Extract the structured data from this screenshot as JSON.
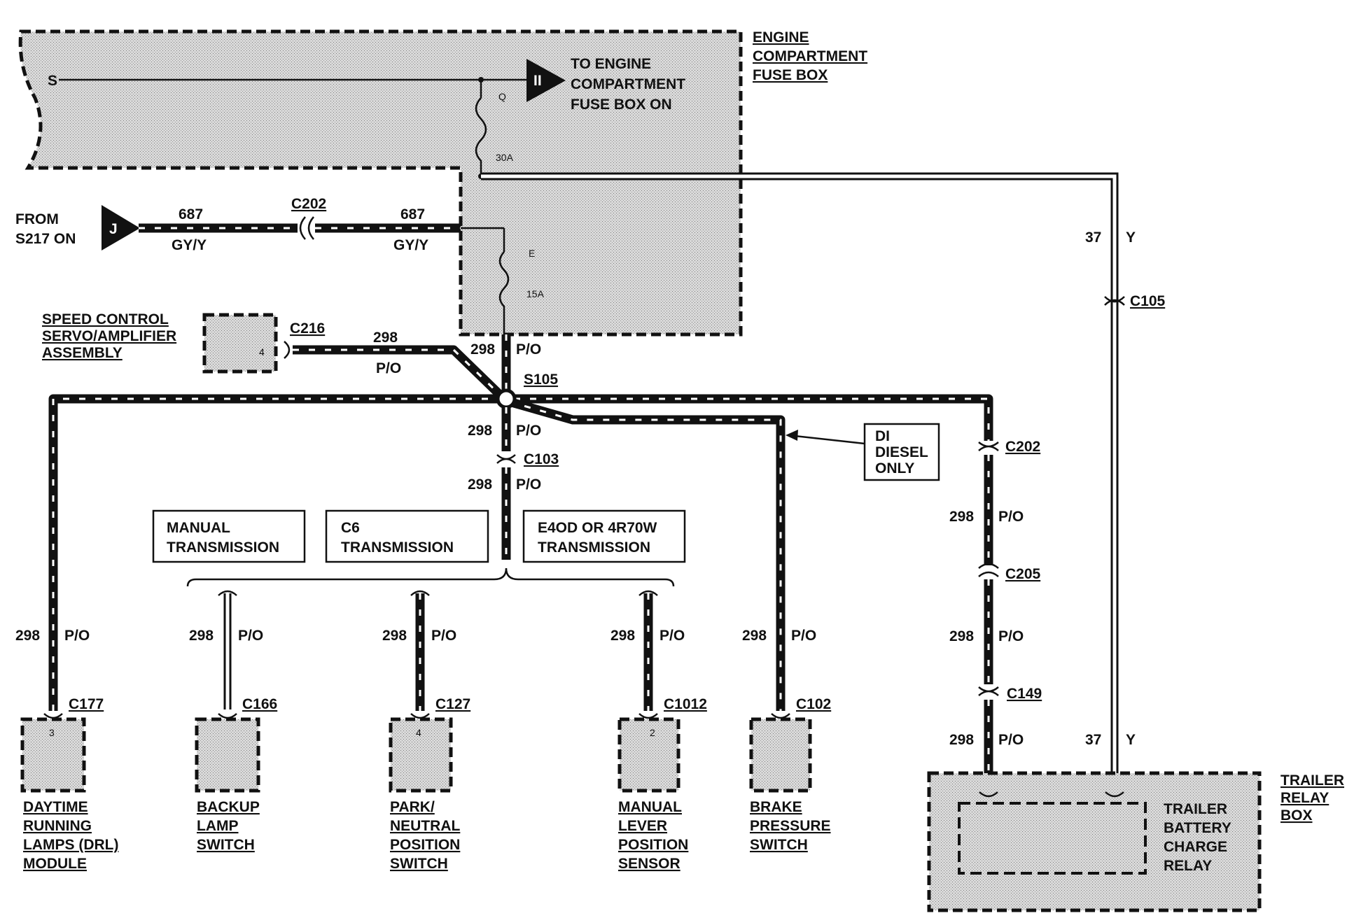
{
  "fuse_box": {
    "title": [
      "ENGINE",
      "COMPARTMENT",
      "FUSE BOX"
    ],
    "feed_label": [
      "TO ENGINE",
      "COMPARTMENT",
      "FUSE BOX ON"
    ],
    "feed_connector": "II",
    "left_pin": "S",
    "fuse_q": {
      "letter": "Q",
      "rating": "30A"
    },
    "fuse_e": {
      "letter": "E",
      "rating": "15A"
    }
  },
  "from_s217": {
    "label": [
      "FROM",
      "S217 ON"
    ],
    "connector": "J",
    "wire_left": {
      "circuit": "687",
      "color": "GY/Y"
    },
    "wire_right": {
      "circuit": "687",
      "color": "GY/Y"
    },
    "inline_connector": "C202"
  },
  "speed_control": {
    "label": [
      "SPEED CONTROL",
      "SERVO/AMPLIFIER",
      "ASSEMBLY"
    ],
    "pin": "4",
    "connector": "C216",
    "wire": {
      "circuit": "298",
      "color": "P/O"
    }
  },
  "main_feed": {
    "circuit": "298",
    "color": "P/O"
  },
  "splice": "S105",
  "c103": {
    "name": "C103",
    "above": {
      "circuit": "298",
      "color": "P/O"
    },
    "below": {
      "circuit": "298",
      "color": "P/O"
    }
  },
  "diesel_note": [
    "DI",
    "DIESEL",
    "ONLY"
  ],
  "transmissions": [
    "MANUAL TRANSMISSION",
    "C6 TRANSMISSION",
    "E4OD OR 4R70W TRANSMISSION"
  ],
  "transmission_lines": [
    [
      "MANUAL",
      "TRANSMISSION"
    ],
    [
      "C6",
      "TRANSMISSION"
    ],
    [
      "E4OD OR 4R70W",
      "TRANSMISSION"
    ]
  ],
  "drops": [
    {
      "circuit": "298",
      "color": "P/O",
      "connector": "C177",
      "pin": "3",
      "label": [
        "DAYTIME",
        "RUNNING",
        "LAMPS (DRL)",
        "MODULE"
      ]
    },
    {
      "circuit": "298",
      "color": "P/O",
      "connector": "C166",
      "pin": "",
      "label": [
        "BACKUP",
        "LAMP",
        "SWITCH"
      ]
    },
    {
      "circuit": "298",
      "color": "P/O",
      "connector": "C127",
      "pin": "4",
      "label": [
        "PARK/",
        "NEUTRAL",
        "POSITION",
        "SWITCH"
      ]
    },
    {
      "circuit": "298",
      "color": "P/O",
      "connector": "C1012",
      "pin": "2",
      "label": [
        "MANUAL",
        "LEVER",
        "POSITION",
        "SENSOR"
      ]
    },
    {
      "circuit": "298",
      "color": "P/O",
      "connector": "C102",
      "pin": "",
      "label": [
        "BRAKE",
        "PRESSURE",
        "SWITCH"
      ]
    }
  ],
  "trailer_run": {
    "c202": "C202",
    "c205": "C205",
    "c149": "C149",
    "segments": [
      {
        "circuit": "298",
        "color": "P/O"
      },
      {
        "circuit": "298",
        "color": "P/O"
      },
      {
        "circuit": "298",
        "color": "P/O"
      }
    ]
  },
  "battery_feed": {
    "upper": {
      "circuit": "37",
      "color": "Y"
    },
    "connector": "C105",
    "lower": {
      "circuit": "37",
      "color": "Y"
    }
  },
  "trailer_relay_box": {
    "title": [
      "TRAILER",
      "RELAY",
      "BOX"
    ],
    "relay_label": [
      "TRAILER",
      "BATTERY",
      "CHARGE",
      "RELAY"
    ]
  }
}
